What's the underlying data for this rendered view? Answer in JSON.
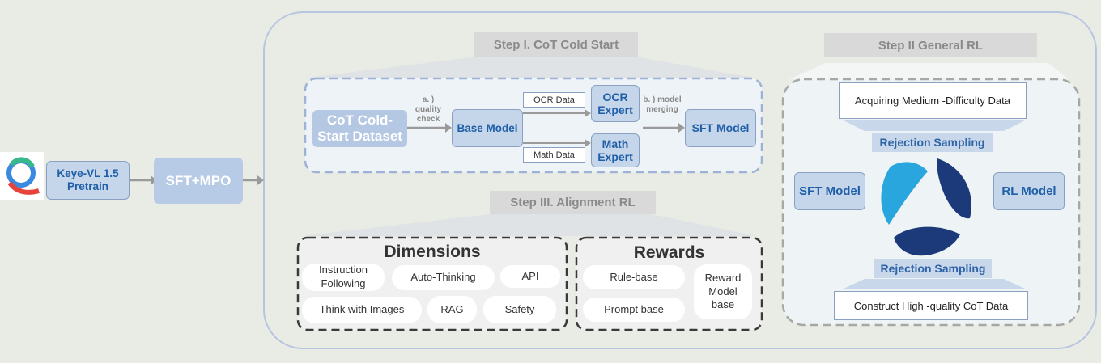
{
  "left": {
    "start_label": "Keye-VL 1.5 Pretrain",
    "stage_label": "SFT+MPO"
  },
  "step1": {
    "title": "Step I. CoT Cold Start",
    "dataset": "CoT Cold-Start Dataset",
    "note_a": "a. ) quality check",
    "base_model": "Base Model",
    "ocr_data": "OCR Data",
    "math_data": "Math Data",
    "ocr_expert": "OCR Expert",
    "math_expert": "Math Expert",
    "note_b": "b. ) model merging",
    "sft_model": "SFT Model"
  },
  "step2": {
    "title": "Step II General RL",
    "acquire": "Acquiring Medium -Difficulty Data",
    "rejection_top": "Rejection Sampling",
    "rejection_bottom": "Rejection Sampling",
    "sft_model": "SFT Model",
    "rl_model": "RL Model",
    "construct": "Construct High -quality CoT Data"
  },
  "step3": {
    "title": "Step III. Alignment RL",
    "dimensions_title": "Dimensions",
    "dimensions": [
      "Instruction Following",
      "Auto-Thinking",
      "API",
      "Think with Images",
      "RAG",
      "Safety"
    ],
    "rewards_title": "Rewards",
    "rewards": [
      "Rule-base",
      "Prompt base",
      "Reward Model base"
    ]
  }
}
